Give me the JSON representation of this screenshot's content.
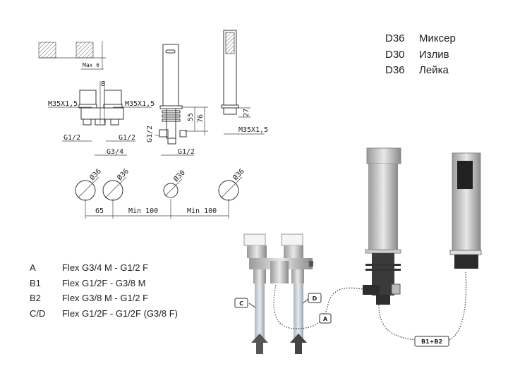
{
  "models": [
    {
      "code": "D36",
      "name": "Миксер"
    },
    {
      "code": "D30",
      "name": "Излив"
    },
    {
      "code": "D36",
      "name": "Лейка"
    }
  ],
  "legend": [
    {
      "key": "A",
      "text": "Flex G3/4 M - G1/2 F"
    },
    {
      "key": "B1",
      "text": "Flex G1/2F - G3/8 M"
    },
    {
      "key": "B2",
      "text": "Flex G3/8 M - G1/2 F"
    },
    {
      "key": "C/D",
      "text": "Flex G1/2F - G1/2F (G3/8 F)"
    }
  ],
  "dims": {
    "max6": "Max 6",
    "gap8": "8",
    "m35_left": "M35X1,5",
    "m35_right": "M35X1,5",
    "g12_left": "G1/2",
    "g12_right": "G1/2",
    "g34": "G3/4",
    "spout_g12_side": "G1/2",
    "spout_g12_bottom": "G1/2",
    "h55": "55",
    "h76": "76",
    "h27": "27",
    "shower_m35": "M35X1,5",
    "d1": "Ø36",
    "d2": "Ø36",
    "d3": "Ø30",
    "d4": "Ø36",
    "s65": "65",
    "min100a": "Min 100",
    "min100b": "Min 100"
  },
  "callouts": {
    "c": "C",
    "d": "D",
    "a": "A",
    "b": "B1+B2"
  }
}
